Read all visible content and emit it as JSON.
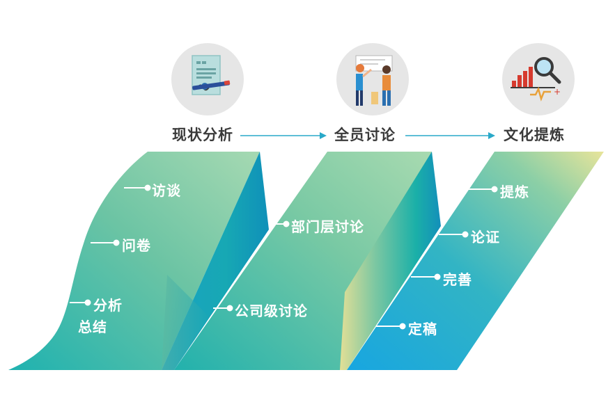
{
  "colors": {
    "green": "#7fc9a6",
    "teal": "#22aebc",
    "blue": "#1ba6df",
    "yellow": "#e6e39a",
    "dark_text": "#3a3a3a"
  },
  "stages": [
    {
      "title": "现状分析",
      "icon": "document-pen-icon",
      "steps": [
        "访谈",
        "问卷",
        "分析",
        "总结"
      ]
    },
    {
      "title": "全员讨论",
      "icon": "team-discussion-icon",
      "steps": [
        "部门层讨论",
        "公司级讨论"
      ]
    },
    {
      "title": "文化提炼",
      "icon": "chart-magnifier-icon",
      "steps": [
        "提炼",
        "论证",
        "完善",
        "定稿"
      ]
    }
  ]
}
